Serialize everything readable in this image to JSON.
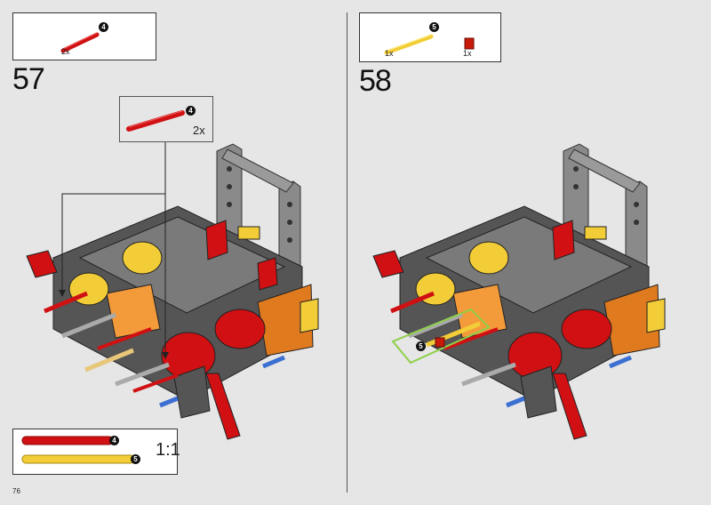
{
  "page": {
    "number": "76"
  },
  "step57": {
    "number": "57",
    "parts": [
      {
        "name": "red axle",
        "length": "4",
        "qty": "2x",
        "color": "#d01012"
      }
    ],
    "callout": {
      "length": "4",
      "qty": "2x",
      "color": "#d01012"
    }
  },
  "step58": {
    "number": "58",
    "parts": [
      {
        "name": "yellow axle",
        "length": "5",
        "qty": "1x",
        "color": "#f2cd37"
      },
      {
        "name": "red bush",
        "qty": "1x",
        "color": "#c91a09"
      }
    ]
  },
  "scale_guide": {
    "ratio": "1:1",
    "items": [
      {
        "length": "4",
        "color": "#d01012"
      },
      {
        "length": "5",
        "color": "#f2cd37"
      }
    ]
  }
}
